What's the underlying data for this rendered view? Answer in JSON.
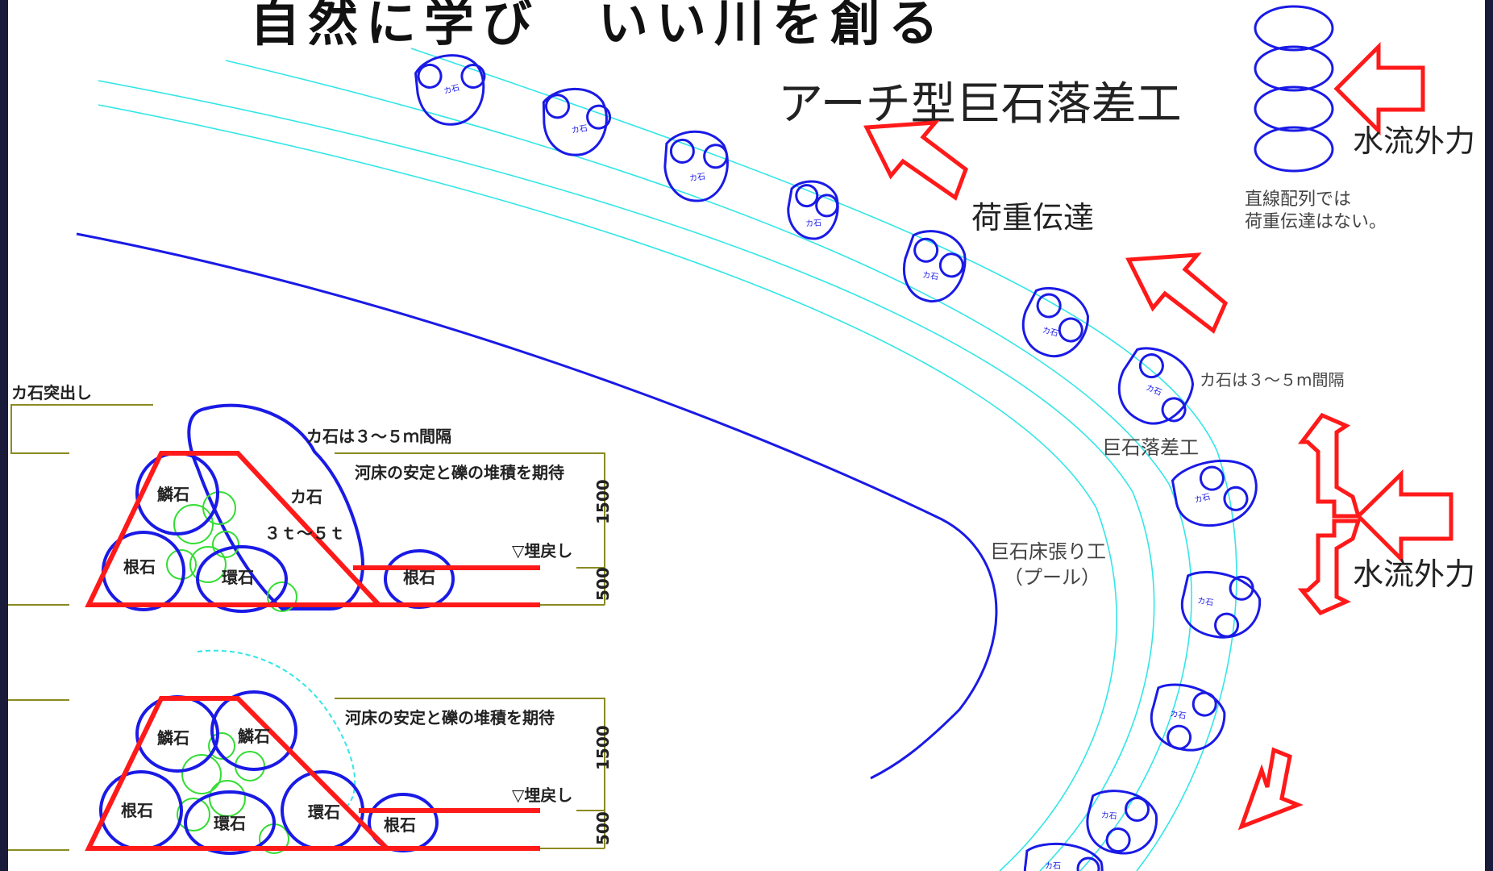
{
  "title": "自然に学び　いい川を創る",
  "arch_title": "アーチ型巨石落差工",
  "load_transfer": "荷重伝達",
  "water_force_top": "水流外力",
  "water_force_mid": "水流外力",
  "straight_note_1": "直線配列では",
  "straight_note_2": "荷重伝達はない。",
  "stone_interval_plan": "カ石は３～５m間隔",
  "boulder_drop_work": "巨石落差工",
  "pool_label_1": "巨石床張り工",
  "pool_label_2": "（プール）",
  "force_stone_label": "カ石",
  "section1": {
    "protrusion_label": "カ石突出し",
    "stone_interval": "カ石は３～５ｍ間隔",
    "expectation": "河床の安定と礫の堆積を期待",
    "scale_stone": "鱗石",
    "force_stone": "カ石",
    "weight": "３ｔ～５ｔ",
    "root_stone": "根石",
    "ring_stone": "環石",
    "root_stone_right": "根石",
    "backfill": "▽埋戻し",
    "dim_upper": "1500",
    "dim_lower": "500"
  },
  "section2": {
    "expectation": "河床の安定と礫の堆積を期待",
    "scale_stone_left": "鱗石",
    "scale_stone_right": "鱗石",
    "root_stone": "根石",
    "ring_stone_center": "環石",
    "ring_stone_right": "環石",
    "root_stone_right": "根石",
    "backfill": "▽埋戻し",
    "dim_upper": "1500",
    "dim_lower": "500"
  },
  "colors": {
    "stone_outline": "#1a1ae6",
    "arrow_red": "#ff1a1a",
    "guide_cyan": "#33e6e6",
    "gravel_green": "#33dd33",
    "dim_olive": "#8a8a22",
    "text_dark": "#222222"
  }
}
